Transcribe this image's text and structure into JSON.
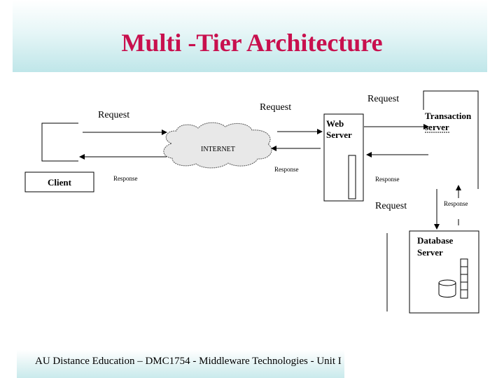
{
  "slide": {
    "title": "Multi -Tier Architecture",
    "footer": "AU Distance Education – DMC1754 - Middleware Technologies  - Unit I"
  },
  "diagram": {
    "client": "Client",
    "internet": "INTERNET",
    "web_server": [
      "Web",
      "Server"
    ],
    "transaction_server": [
      "Transaction",
      "server"
    ],
    "database_server": [
      "Database",
      "Server"
    ],
    "request": "Request",
    "response": "Response"
  }
}
